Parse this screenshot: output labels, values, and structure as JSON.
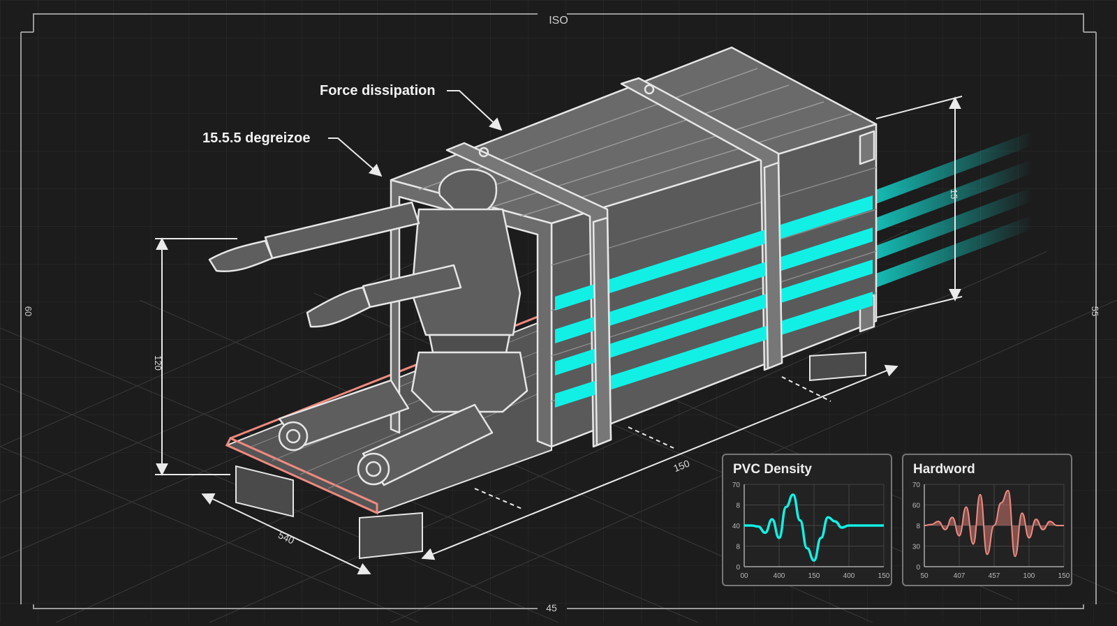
{
  "frame": {
    "top_label": "ISO",
    "bottom_label": "45",
    "left_label": "60",
    "right_label": "55"
  },
  "annotations": {
    "force": "Force dissipation",
    "angle": "15.5.5 degreizoe",
    "height_dim": "120",
    "width_dim": "540",
    "length_dim": "150",
    "right_dim": "15"
  },
  "colors": {
    "background": "#1c1c1c",
    "linework": "#e6e6e6",
    "wood": "#5f5f5f",
    "cyan": "#12f0e6",
    "salmon": "#f08a80"
  },
  "chart_data": [
    {
      "type": "line",
      "title": "PVC Density",
      "color": "#12f0e6",
      "x_ticks": [
        "00",
        "400",
        "150",
        "400",
        "150"
      ],
      "y_ticks": [
        "70",
        "8",
        "40",
        "8",
        "0"
      ],
      "description_series": {
        "x": [
          0,
          0.05,
          0.1,
          0.15,
          0.2,
          0.25,
          0.3,
          0.35,
          0.4,
          0.45,
          0.5,
          0.55,
          0.6,
          0.65,
          0.7,
          0.75,
          0.8,
          0.85,
          0.9,
          0.95,
          1
        ],
        "y": [
          40,
          40,
          39,
          33,
          46,
          28,
          58,
          70,
          45,
          18,
          6,
          28,
          48,
          44,
          38,
          40,
          40,
          40,
          40,
          40,
          40
        ]
      }
    },
    {
      "type": "area",
      "title": "Hardword",
      "color": "#f08a80",
      "x_ticks": [
        "50",
        "407",
        "457",
        "100",
        "150"
      ],
      "y_ticks": [
        "70",
        "60",
        "8",
        "30",
        "0"
      ],
      "description_series": {
        "x": [
          0,
          0.05,
          0.1,
          0.15,
          0.2,
          0.25,
          0.3,
          0.35,
          0.4,
          0.45,
          0.5,
          0.55,
          0.6,
          0.65,
          0.7,
          0.75,
          0.8,
          0.85,
          0.9,
          0.95,
          1
        ],
        "y": [
          40,
          41,
          44,
          36,
          48,
          30,
          58,
          22,
          70,
          12,
          40,
          62,
          74,
          10,
          52,
          28,
          46,
          36,
          44,
          40,
          40
        ]
      }
    }
  ]
}
